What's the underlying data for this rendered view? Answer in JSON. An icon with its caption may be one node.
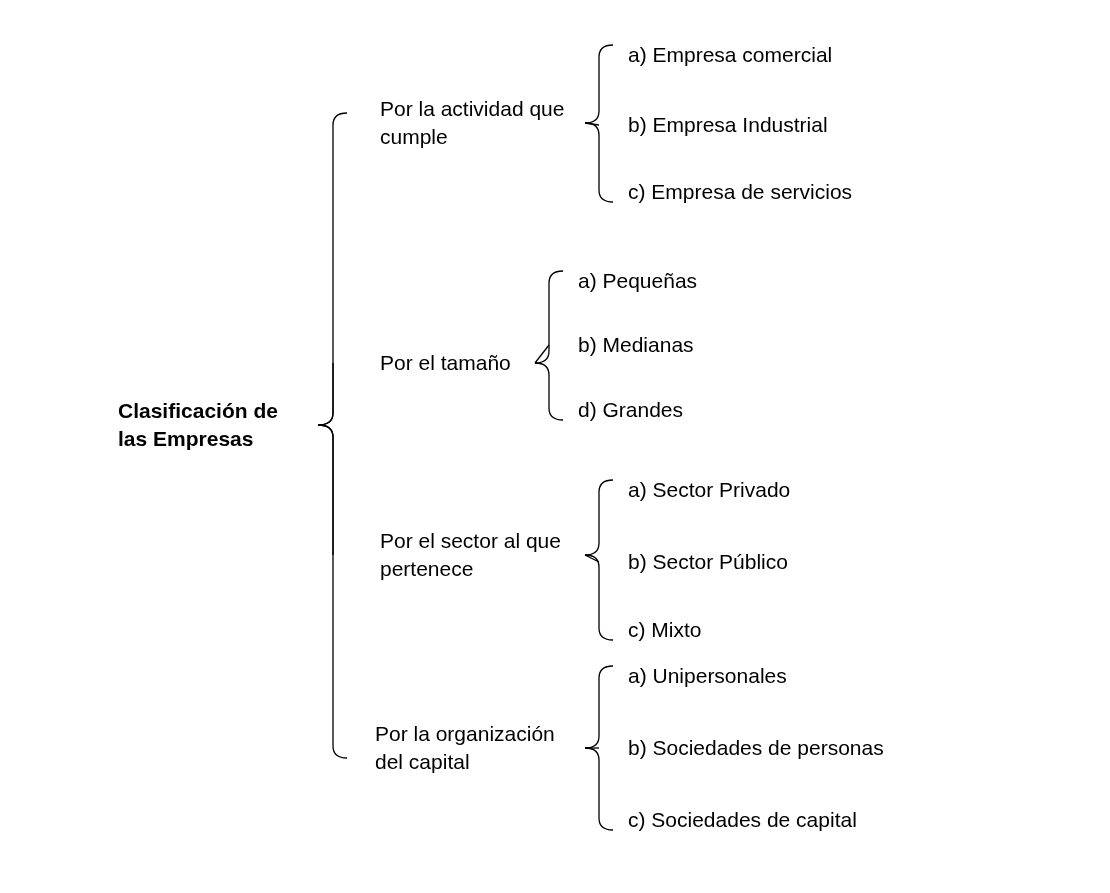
{
  "diagram": {
    "nodes": [
      {
        "text": [
          "Clasificación de las Empresas"
        ]
      },
      {
        "text": [
          "Por la actividad que cumple"
        ]
      },
      {
        "text": [
          "a) Empresa comercial"
        ]
      },
      {
        "text": [
          "b) Empresa Industrial"
        ]
      },
      {
        "text": [
          "c) Empresa de servicios"
        ]
      },
      {
        "text": [
          "Por el tamaño"
        ]
      },
      {
        "text": [
          "a) Pequeñas"
        ]
      },
      {
        "text": [
          "b) Medianas"
        ]
      },
      {
        "text": [
          "d) Grandes"
        ]
      },
      {
        "text": [
          "Por el sector al que pertenece"
        ]
      },
      {
        "text": [
          "a) Sector Privado"
        ]
      },
      {
        "text": [
          "b) Sector Público"
        ]
      },
      {
        "text": [
          "c) Mixto"
        ]
      },
      {
        "text": [
          "Por la organización del capital"
        ]
      },
      {
        "text": [
          "a) Unipersonales"
        ]
      },
      {
        "text": [
          "b) Sociedades de personas"
        ]
      },
      {
        "text": [
          "c) Sociedades de capital"
        ]
      }
    ],
    "edges": [
      {
        "from": 0,
        "to": 1,
        "arrow": "none"
      },
      {
        "from": 0,
        "to": 5,
        "arrow": "none"
      },
      {
        "from": 0,
        "to": 9,
        "arrow": "none"
      },
      {
        "from": 0,
        "to": 13,
        "arrow": "none"
      },
      {
        "from": 1,
        "to": 2,
        "arrow": "none"
      },
      {
        "from": 1,
        "to": 3,
        "arrow": "none"
      },
      {
        "from": 1,
        "to": 4,
        "arrow": "none"
      },
      {
        "from": 5,
        "to": 6,
        "arrow": "none"
      },
      {
        "from": 5,
        "to": 7,
        "arrow": "none"
      },
      {
        "from": 5,
        "to": 8,
        "arrow": "none"
      },
      {
        "from": 9,
        "to": 10,
        "arrow": "none"
      },
      {
        "from": 9,
        "to": 11,
        "arrow": "none"
      },
      {
        "from": 9,
        "to": 12,
        "arrow": "none"
      },
      {
        "from": 13,
        "to": 14,
        "arrow": "none"
      },
      {
        "from": 13,
        "to": 15,
        "arrow": "none"
      },
      {
        "from": 13,
        "to": 16,
        "arrow": "none"
      }
    ]
  }
}
